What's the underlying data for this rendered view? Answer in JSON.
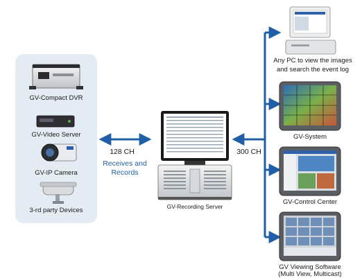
{
  "devices": [
    {
      "key": "dvr",
      "label": "GV-Compact DVR",
      "icon": "compact-dvr-icon"
    },
    {
      "key": "video_server",
      "label": "GV-Video Server",
      "icon": "video-server-icon"
    },
    {
      "key": "ip_camera",
      "label": "GV-IP Camera",
      "icon": "ip-camera-icon"
    },
    {
      "key": "third_party",
      "label": "3-rd party Devices",
      "icon": "security-camera-icon"
    }
  ],
  "left_link": {
    "channels": "128 CH",
    "caption_line1": "Receives and",
    "caption_line2": "Records"
  },
  "server": {
    "label": "GV-Recording Server",
    "icon": "recording-server-icon"
  },
  "right_link": {
    "channels": "300 CH"
  },
  "clients": [
    {
      "key": "pc",
      "line1": "Any PC to view the images",
      "line2": "and search the event log",
      "icon": "pc-icon"
    },
    {
      "key": "gv_system",
      "line1": "GV-System",
      "icon": "monitor-icon"
    },
    {
      "key": "control_center",
      "line1": "GV-Control Center",
      "icon": "monitor-icon"
    },
    {
      "key": "viewing",
      "line1": "GV Viewing Software",
      "line2": "(Multi View, Multicast)",
      "icon": "monitor-icon"
    }
  ],
  "colors": {
    "accent": "#1f5fa8",
    "panel": "#e3ebf3"
  }
}
